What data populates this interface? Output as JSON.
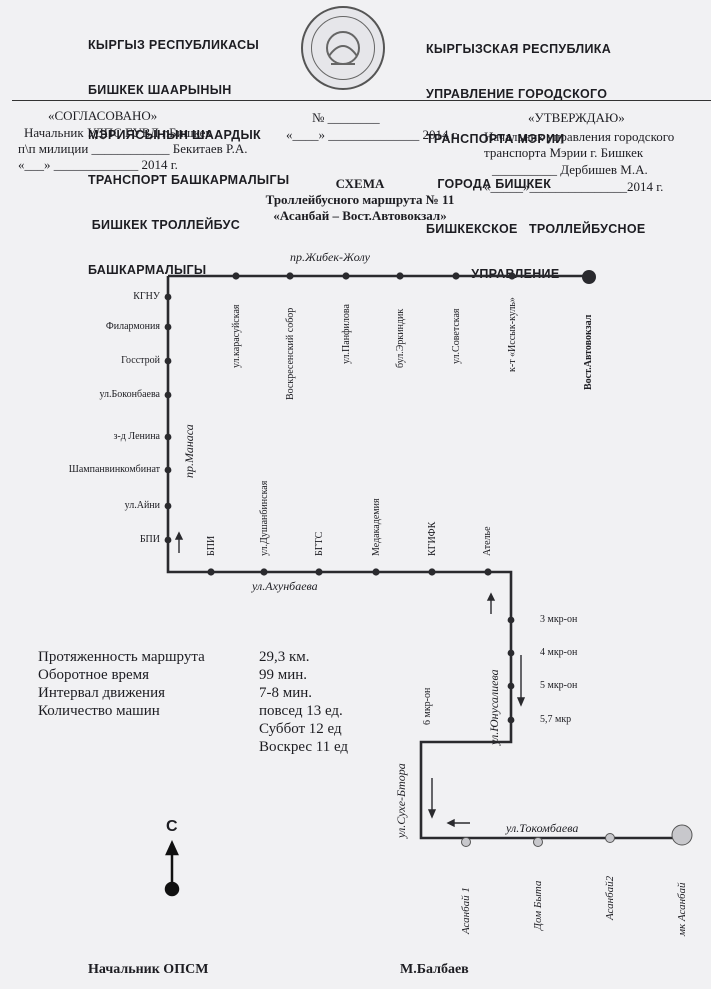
{
  "header": {
    "left_lines": [
      "КЫРГЫЗ РЕСПУБЛИКАСЫ",
      "БИШКЕК ШААРЫНЫН",
      "МЭРИЯСЫНЫН ШААРДЫК",
      "ТРАНСПОРТ БАШКАРМАЛЫГЫ",
      " БИШКЕК ТРОЛЛЕЙБУС",
      "БАШКАРМАЛЫГЫ"
    ],
    "right_lines": [
      "КЫРГЫЗСКАЯ РЕСПУБЛИКА",
      "УПРАВЛЕНИЕ ГОРОДСКОГО",
      "ТРАНСПОРТА МЭРИИ",
      "   ГОРОДА БИШКЕК",
      "БИШКЕКСКОЕ   ТРОЛЛЕЙБУСНОЕ",
      "            УПРАВЛЕНИЕ"
    ]
  },
  "approval": {
    "agreed_title": "«СОГЛАСОВАНО»",
    "agreed_line1": "Начальник УДПС  ГУВД г.Бишкек",
    "agreed_line2": "п\\п милиции ____________ Бекитаев Р.А.",
    "agreed_line3": "«___» _____________ 2014 г.",
    "number_line": "№ ________",
    "center_date": "«____» ______________ 2014 г",
    "approve_title": "«УТВЕРЖДАЮ»",
    "approve_line1": "Начальник управления городского",
    "approve_line2": "транспорта Мэрии г. Бишкек",
    "approve_line3": "__________ Дербишев М.А.",
    "approve_line4": "«_____»_______________2014 г."
  },
  "title": {
    "line1": "СХЕМА",
    "line2": "Троллейбусного маршрута  № 11",
    "line3": "«Асанбай – Вост.Автовокзал»"
  },
  "streets": {
    "zhibek": "пр.Жибек-Жолу",
    "manasa": "пр.Манаса",
    "akhunbaeva": "ул.Ахунбаева",
    "yunusalieva": "ул.Юнусалиева",
    "sukhe": "ул.Сухе-Бтора",
    "tokombaeva": "ул.Токомбаева"
  },
  "stops_top": [
    "ул.карасуйская",
    "Воскресенский собор",
    "ул.Панфилова",
    "бул.Эркиндик",
    "ул.Советская",
    "к-т «Иссык-куль»",
    "Вост.Автовокзал"
  ],
  "stops_left": [
    "КГНУ",
    "Филармония",
    "Госстрой",
    "ул.Боконбаева",
    "з-д Ленина",
    "Шампанвинкомбинат",
    "ул.Айни",
    "БПИ"
  ],
  "stops_mid": [
    "БПИ",
    "ул.Душанбинская",
    "БГТС",
    "Медакадемия",
    "КГИФК",
    "Ателье"
  ],
  "stops_right": [
    "3 мкр-он",
    "4 мкр-он",
    "5 мкр-он",
    "5,7 мкр"
  ],
  "stop_6mkr": "6 мкр-он",
  "stops_bottom": [
    "Асанбай 1",
    "Дом Быта",
    "Асанбай2",
    "мк Асанбай"
  ],
  "info": {
    "labels": [
      "Протяженность маршрута",
      "Оборотное время",
      "Интервал движения",
      "Количество машин"
    ],
    "values": [
      "29,3  км.",
      "99 мин.",
      "7-8 мин.",
      "повсед 13 ед."
    ],
    "extra": [
      "Суббот 12 ед",
      "Воскрес 11 ед"
    ]
  },
  "compass": "С",
  "footer": {
    "left": "Начальник  ОПСМ",
    "right": "М.Балбаев"
  }
}
